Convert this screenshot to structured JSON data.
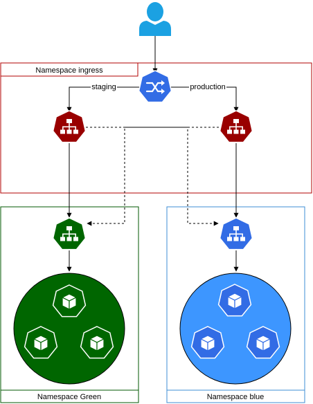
{
  "colors": {
    "ingress_border": "#b20000",
    "green_border": "#005700",
    "blue_border": "#3d8ed4",
    "dark_red": "#990000",
    "dark_green": "#006600",
    "k8s_blue": "#326ce5",
    "light_blue": "#3d96ff",
    "user_blue": "#1ba1e2",
    "connector": "#000000"
  },
  "namespaces": {
    "ingress": {
      "label": "Namespace ingress"
    },
    "green": {
      "label": "Namespace Green"
    },
    "blue": {
      "label": "Namespace blue"
    }
  },
  "edges": {
    "staging": {
      "label": "staging"
    },
    "production": {
      "label": "production"
    }
  },
  "icons": {
    "user": "user-icon",
    "router": "traffic-switch-icon",
    "service": "service-icon",
    "pod": "pod-icon"
  }
}
